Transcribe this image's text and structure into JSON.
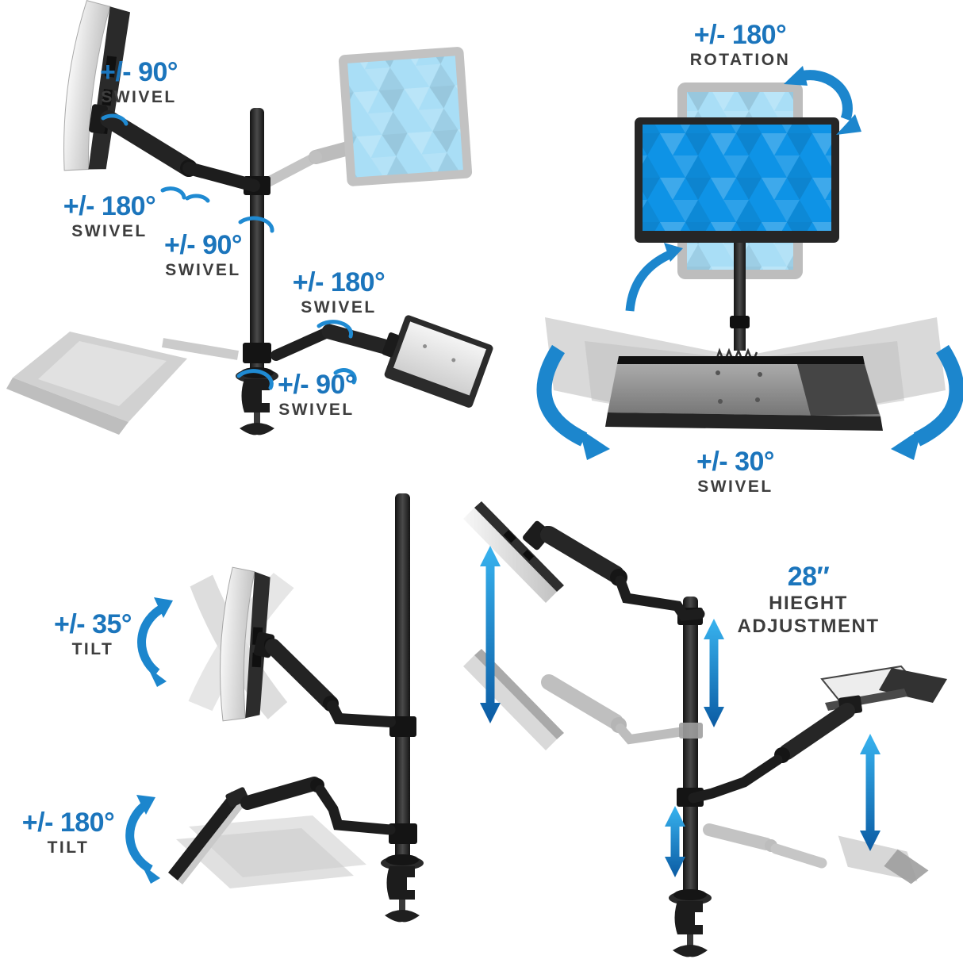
{
  "colors": {
    "label_blue": "#1b75bc",
    "label_dark": "#3d3d3d",
    "arrow_blue_light": "#35b1ee",
    "arrow_blue_dark": "#0c5ca4",
    "screen_blue": "#0e93e6",
    "ghost_screen_blue": "#a9def6",
    "hardware_black": "#1f1f1f",
    "ghost_gray": "#c7c7c7",
    "background": "#ffffff"
  },
  "illustrations": {
    "top_left": "desk-pole-mount-with-monitor-arm-and-keyboard-tray-swivel-ranges",
    "top_right": "monitor-rotation-and-keyboard-tray-swivel",
    "bottom_left": "monitor-tilt-and-keyboard-tray-tilt",
    "bottom_right": "sit-stand-height-adjustment-positions"
  },
  "quadrants": {
    "top_left": {
      "labels": [
        {
          "id": "monitor-swivel",
          "value": "+/- 90°",
          "caption": "SWIVEL"
        },
        {
          "id": "arm-swivel",
          "value": "+/- 180°",
          "caption": "SWIVEL"
        },
        {
          "id": "pole-swivel",
          "value": "+/- 90°",
          "caption": "SWIVEL"
        },
        {
          "id": "tray-arm-swivel",
          "value": "+/- 180°",
          "caption": "SWIVEL"
        },
        {
          "id": "base-swivel",
          "value": "+/- 90°",
          "caption": "SWIVEL"
        }
      ]
    },
    "top_right": {
      "labels": [
        {
          "id": "screen-rotation",
          "value": "+/- 180°",
          "caption": "ROTATION"
        },
        {
          "id": "tray-swivel",
          "value": "+/- 30°",
          "caption": "SWIVEL"
        }
      ]
    },
    "bottom_left": {
      "labels": [
        {
          "id": "monitor-tilt",
          "value": "+/- 35°",
          "caption": "TILT"
        },
        {
          "id": "tray-tilt",
          "value": "+/- 180°",
          "caption": "TILT"
        }
      ]
    },
    "bottom_right": {
      "labels": [
        {
          "id": "height-adjustment",
          "value": "28″",
          "caption": "HIEGHT",
          "caption2": "ADJUSTMENT"
        }
      ]
    }
  }
}
